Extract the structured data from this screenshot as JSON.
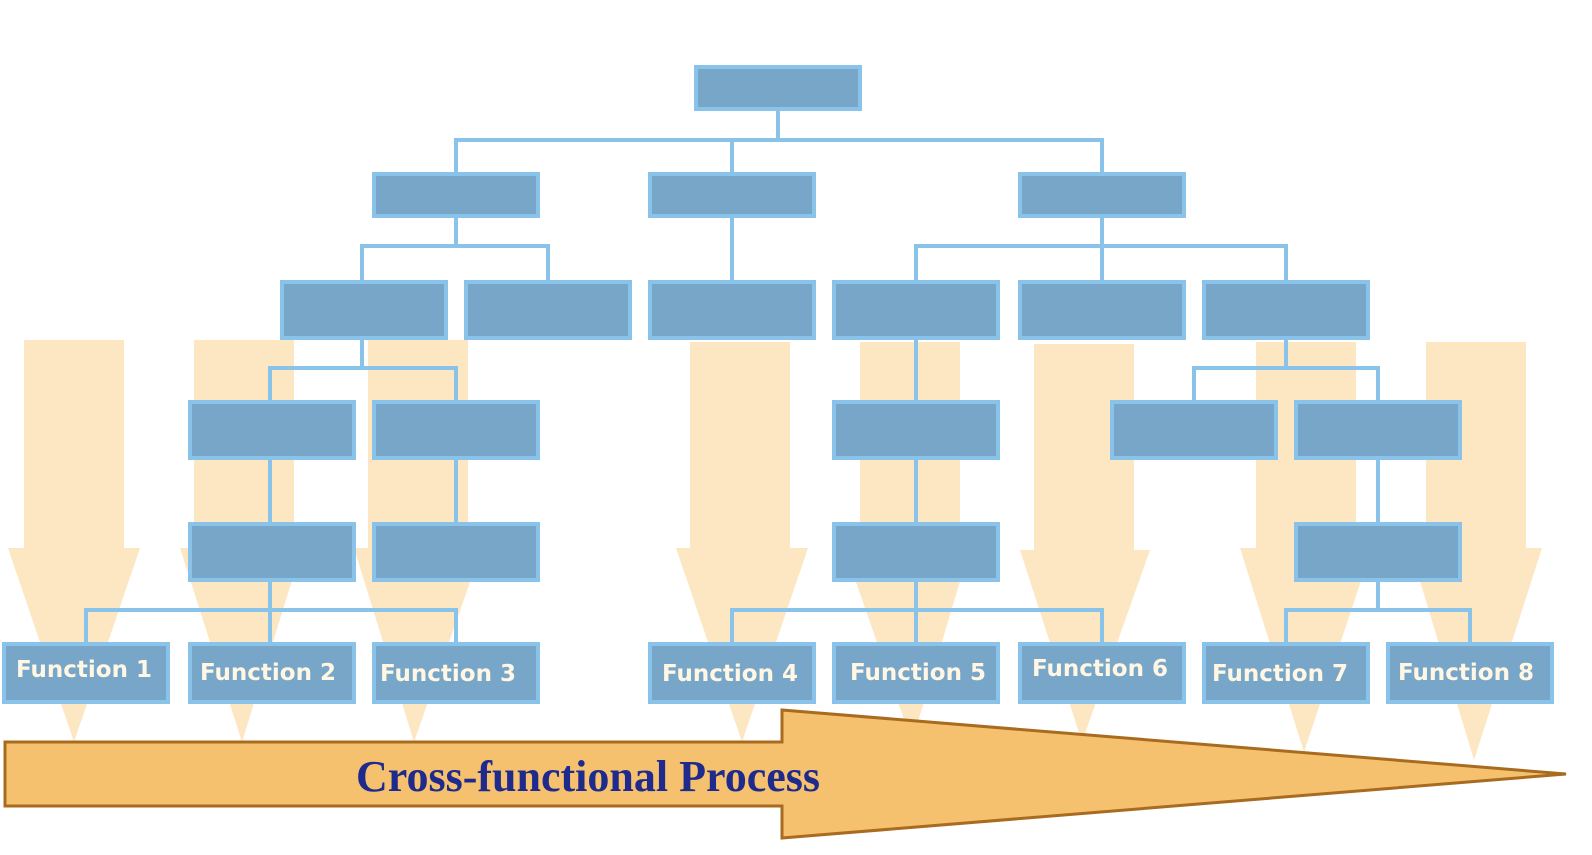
{
  "functions": [
    {
      "label": "Function 1"
    },
    {
      "label": "Function 2"
    },
    {
      "label": "Function 3"
    },
    {
      "label": "Function 4"
    },
    {
      "label": "Function 5"
    },
    {
      "label": "Function 6"
    },
    {
      "label": "Function 7"
    },
    {
      "label": "Function 8"
    }
  ],
  "process": {
    "label": "Cross-functional Process"
  },
  "colors": {
    "box_fill": "#78a6c9",
    "box_border": "#8ac3ea",
    "function_arrow": "#fde6c2",
    "process_arrow": "#f6c16e",
    "process_arrow_border": "#a86b1f",
    "process_text": "#1e2a8c",
    "function_text": "#fff7e3"
  }
}
